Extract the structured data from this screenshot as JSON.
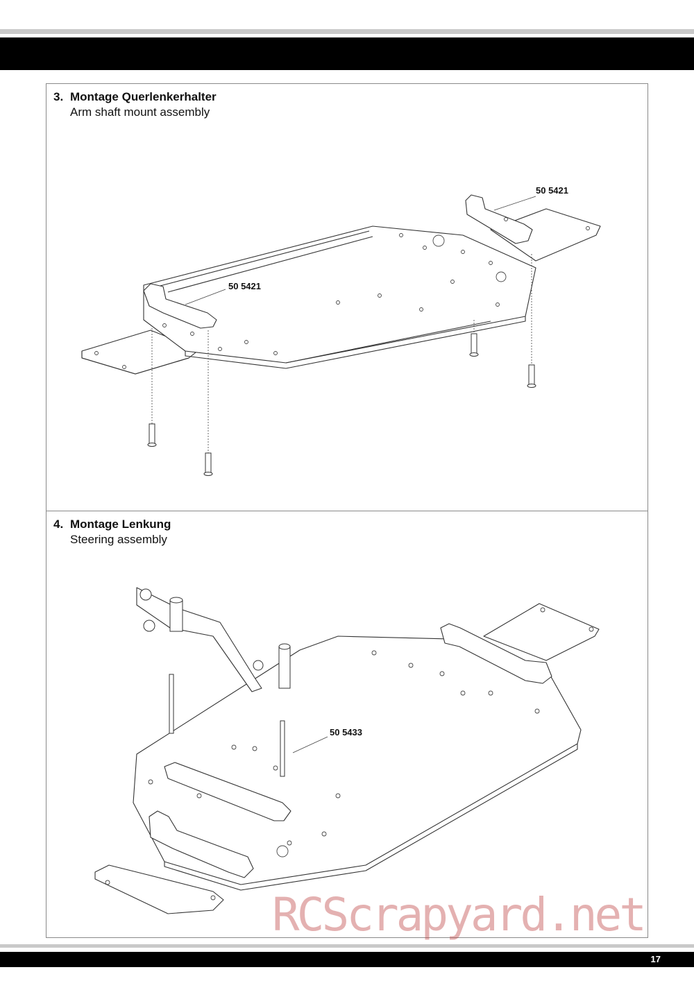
{
  "page": {
    "number": "17",
    "watermark": "RCScrapyard.net"
  },
  "steps": [
    {
      "number": "3.",
      "title_de": "Montage Querlenkerhalter",
      "title_en": "Arm shaft mount assembly",
      "part_labels": [
        "50 5421",
        "50 5421"
      ]
    },
    {
      "number": "4.",
      "title_de": "Montage Lenkung",
      "title_en": "Steering assembly",
      "part_labels": [
        "50 5433"
      ]
    }
  ]
}
